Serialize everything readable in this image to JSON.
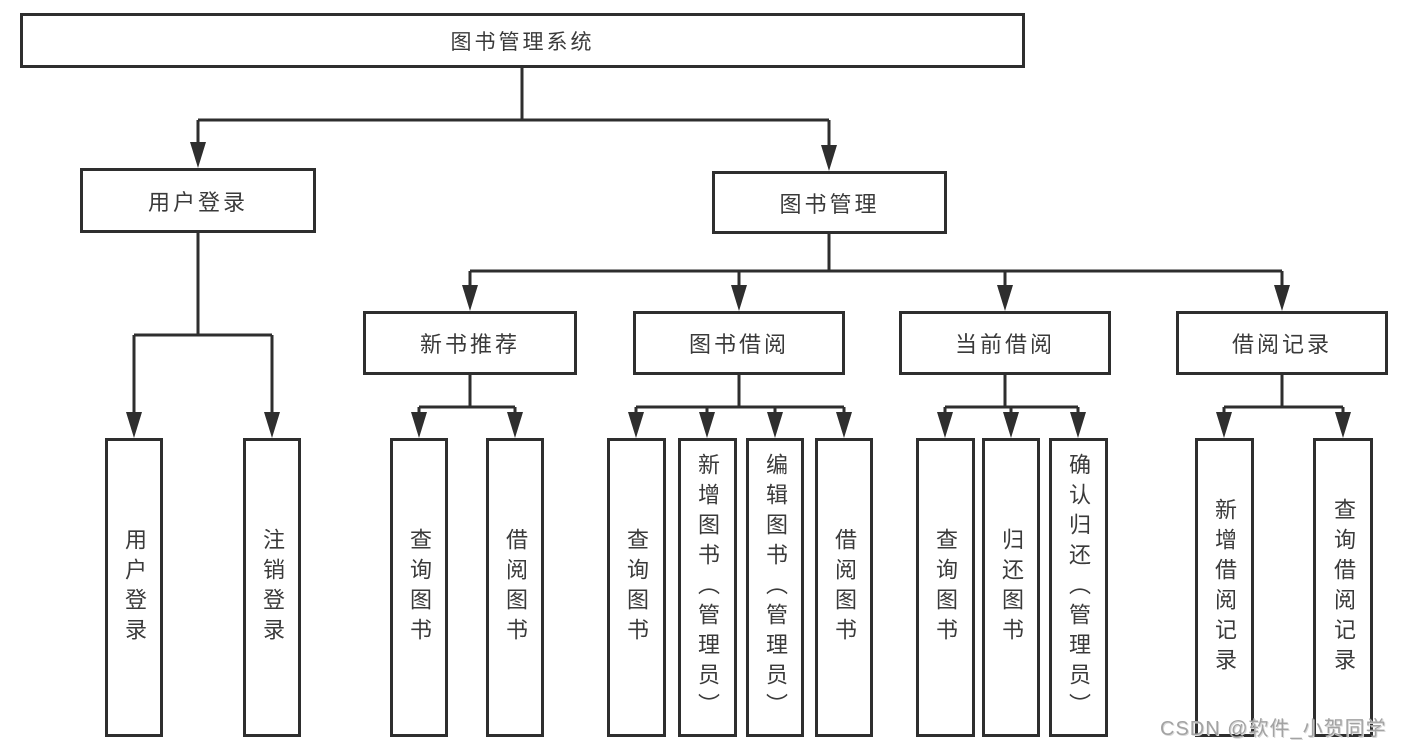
{
  "diagram": {
    "title": "图书管理系统",
    "colors": {
      "line": "#2e2e2e",
      "border": "#2e2e2e",
      "text": "#3a3a3a",
      "background": "#ffffff",
      "watermark_text": "#a3a3a3"
    },
    "tree": {
      "label": "图书管理系统",
      "children": [
        {
          "label": "用户登录",
          "children": [
            {
              "label": "用户登录"
            },
            {
              "label": "注销登录"
            }
          ]
        },
        {
          "label": "图书管理",
          "children": [
            {
              "label": "新书推荐",
              "children": [
                {
                  "label": "查询图书"
                },
                {
                  "label": "借阅图书"
                }
              ]
            },
            {
              "label": "图书借阅",
              "children": [
                {
                  "label": "查询图书"
                },
                {
                  "label": "新增图书（管理员）"
                },
                {
                  "label": "编辑图书（管理员）"
                },
                {
                  "label": "借阅图书"
                }
              ]
            },
            {
              "label": "当前借阅",
              "children": [
                {
                  "label": "查询图书"
                },
                {
                  "label": "归还图书"
                },
                {
                  "label": "确认归还（管理员）"
                }
              ]
            },
            {
              "label": "借阅记录",
              "children": [
                {
                  "label": "新增借阅记录"
                },
                {
                  "label": "查询借阅记录"
                }
              ]
            }
          ]
        }
      ]
    },
    "watermark": {
      "text": "CSDN @软件_小贺同学"
    }
  }
}
